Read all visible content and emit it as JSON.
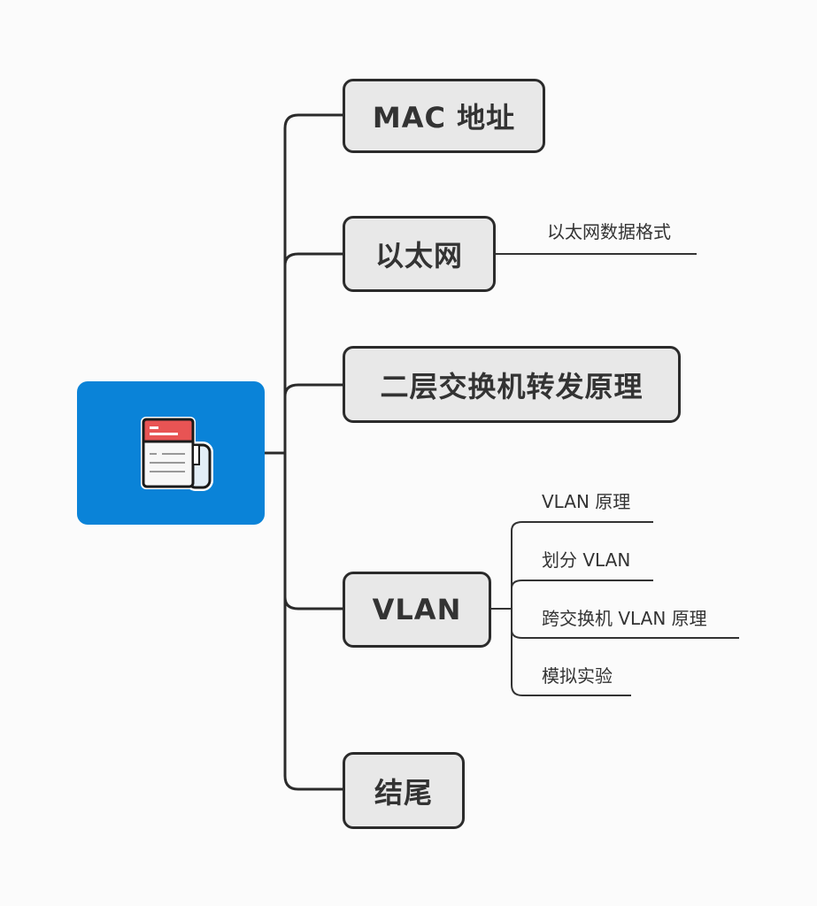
{
  "diagram": {
    "type": "mind-map",
    "root": {
      "icon": "newspaper-icon",
      "colors": {
        "fill": "#0a83d8",
        "icon_header": "#e85454"
      }
    },
    "topics": [
      {
        "label": "MAC 地址",
        "children": []
      },
      {
        "label": "以太网",
        "children": [
          "以太网数据格式"
        ]
      },
      {
        "label": "二层交换机转发原理",
        "children": []
      },
      {
        "label": "VLAN",
        "children": [
          "VLAN 原理",
          "划分 VLAN",
          "跨交换机 VLAN 原理",
          "模拟实验"
        ]
      },
      {
        "label": "结尾",
        "children": []
      }
    ],
    "colors": {
      "topic_fill": "#e8e8e8",
      "topic_border": "#2b2b2b",
      "line": "#2b2b2b",
      "background": "#fbfbfb"
    }
  }
}
